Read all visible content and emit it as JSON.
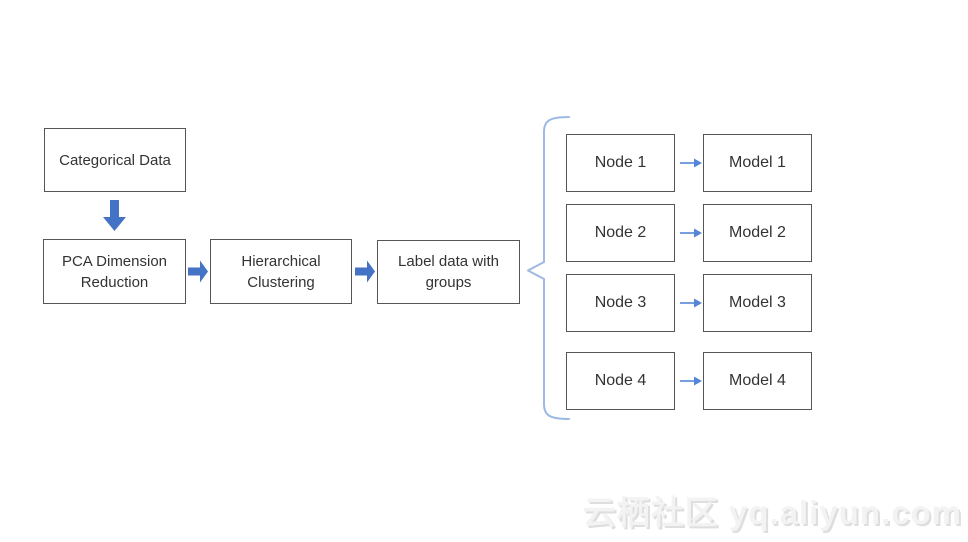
{
  "flow_boxes": {
    "categorical": {
      "label": "Categorical Data"
    },
    "pca": {
      "label": "PCA Dimension Reduction"
    },
    "hierarchical": {
      "label": "Hierarchical Clustering"
    },
    "label_groups": {
      "label": "Label data with groups"
    }
  },
  "pairs": [
    {
      "node": "Node 1",
      "model": "Model 1"
    },
    {
      "node": "Node 2",
      "model": "Model 2"
    },
    {
      "node": "Node 3",
      "model": "Model 3"
    },
    {
      "node": "Node 4",
      "model": "Model 4"
    }
  ],
  "watermark": "云栖社区 yq.aliyun.com",
  "colors": {
    "block_arrow": "#4472C4",
    "connector": "#5585D6",
    "brace": "#9DB9E4",
    "box_border": "#555555",
    "text": "#333333"
  }
}
